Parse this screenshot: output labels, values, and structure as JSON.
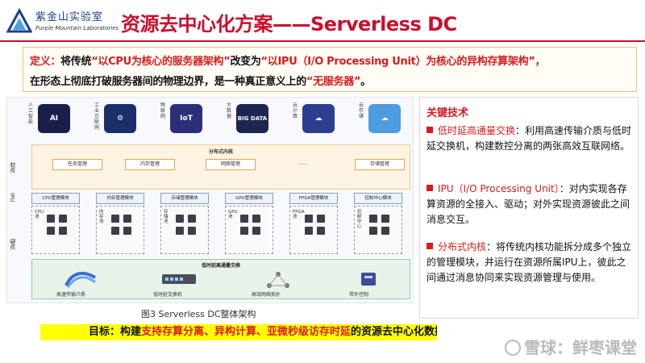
{
  "logo": {
    "name_cn": "紫金山实验室",
    "name_en": "Purple Mountain Laboratories"
  },
  "title": "资源去中心化方案——Serverless DC",
  "definition": {
    "line1_prefix": "定义：",
    "line1_a": "将传统",
    "line1_q1": "“以CPU为核心的服务器架构”",
    "line1_b": "改变为",
    "line1_q2": "“以IPU（I/O Processing Unit）为核心的异构存算架构”，",
    "line2_a": "在形态上彻底打破服务器间的物理边界，是一种真正意义上的",
    "line2_q": "“无服务器”",
    "line2_end": "。"
  },
  "diagram": {
    "apps": [
      {
        "label": "人工智能",
        "icon_text": "AI",
        "color": "#1a1f4a"
      },
      {
        "label": "工业互联网",
        "icon_text": "⚙",
        "color": "#1b2f6b"
      },
      {
        "label": "物联网",
        "icon_text": "IoT",
        "color": "#2b2f7a"
      },
      {
        "label": "大数据",
        "icon_text": "BIG DATA",
        "color": "#1d2650"
      },
      {
        "label": "云计算",
        "icon_text": "☁",
        "color": "#2c3f8f"
      },
      {
        "label": "云存储",
        "icon_text": "☁",
        "color": "#4f9be0"
      }
    ],
    "side_labels": {
      "software": "软件",
      "ipu": "IPU",
      "hardware": "硬件"
    },
    "sw_layer_title": "分布式内核",
    "sw_boxes": [
      "任务管理",
      "内存管理",
      "网络管理",
      "……",
      "存储管理"
    ],
    "ipu_modules": [
      "CPU管理模块",
      "内存管理模块",
      "存储管理模块",
      "GPU管理模块",
      "FPGA管理模块",
      "控制中心模块"
    ],
    "hw_labels": [
      "CPU池",
      "内存池",
      "存储池",
      "GPU池",
      "FPGA池",
      "控制中心"
    ],
    "net_title": "低时延高通量交换",
    "net_labels": [
      "高速传输介质",
      "低时延交换机",
      "高效网络拓扑",
      "带外控制"
    ]
  },
  "caption": "图3 Serverless DC整体架构",
  "tech": {
    "title": "关键技术",
    "items": [
      {
        "head": "低时延高通量交换",
        "body": "：利用高速传输介质与低时延交换机，构建数控分离的两张高效互联网络。"
      },
      {
        "head": "IPU（I/O Processing Unit）",
        "body": "：对内实现各存算资源的全接入、驱动；对外实现资源彼此之间消息交互。"
      },
      {
        "head": "分布式内核",
        "body": "：将传统内核功能拆分成多个独立的管理模块，并运行在资源所属IPU上，彼此之间通过消息协同来实现资源管理与使用。"
      }
    ]
  },
  "goal": {
    "prefix": "目标：构建",
    "highlight": "支持存算分离、异构计算、亚微秒级访存时延",
    "suffix": "的资源去中心化数据中心"
  },
  "watermark": "雪球：鲜枣课堂",
  "colors": {
    "accent_red": "#c8102e",
    "highlight_yellow": "#ffff00"
  }
}
